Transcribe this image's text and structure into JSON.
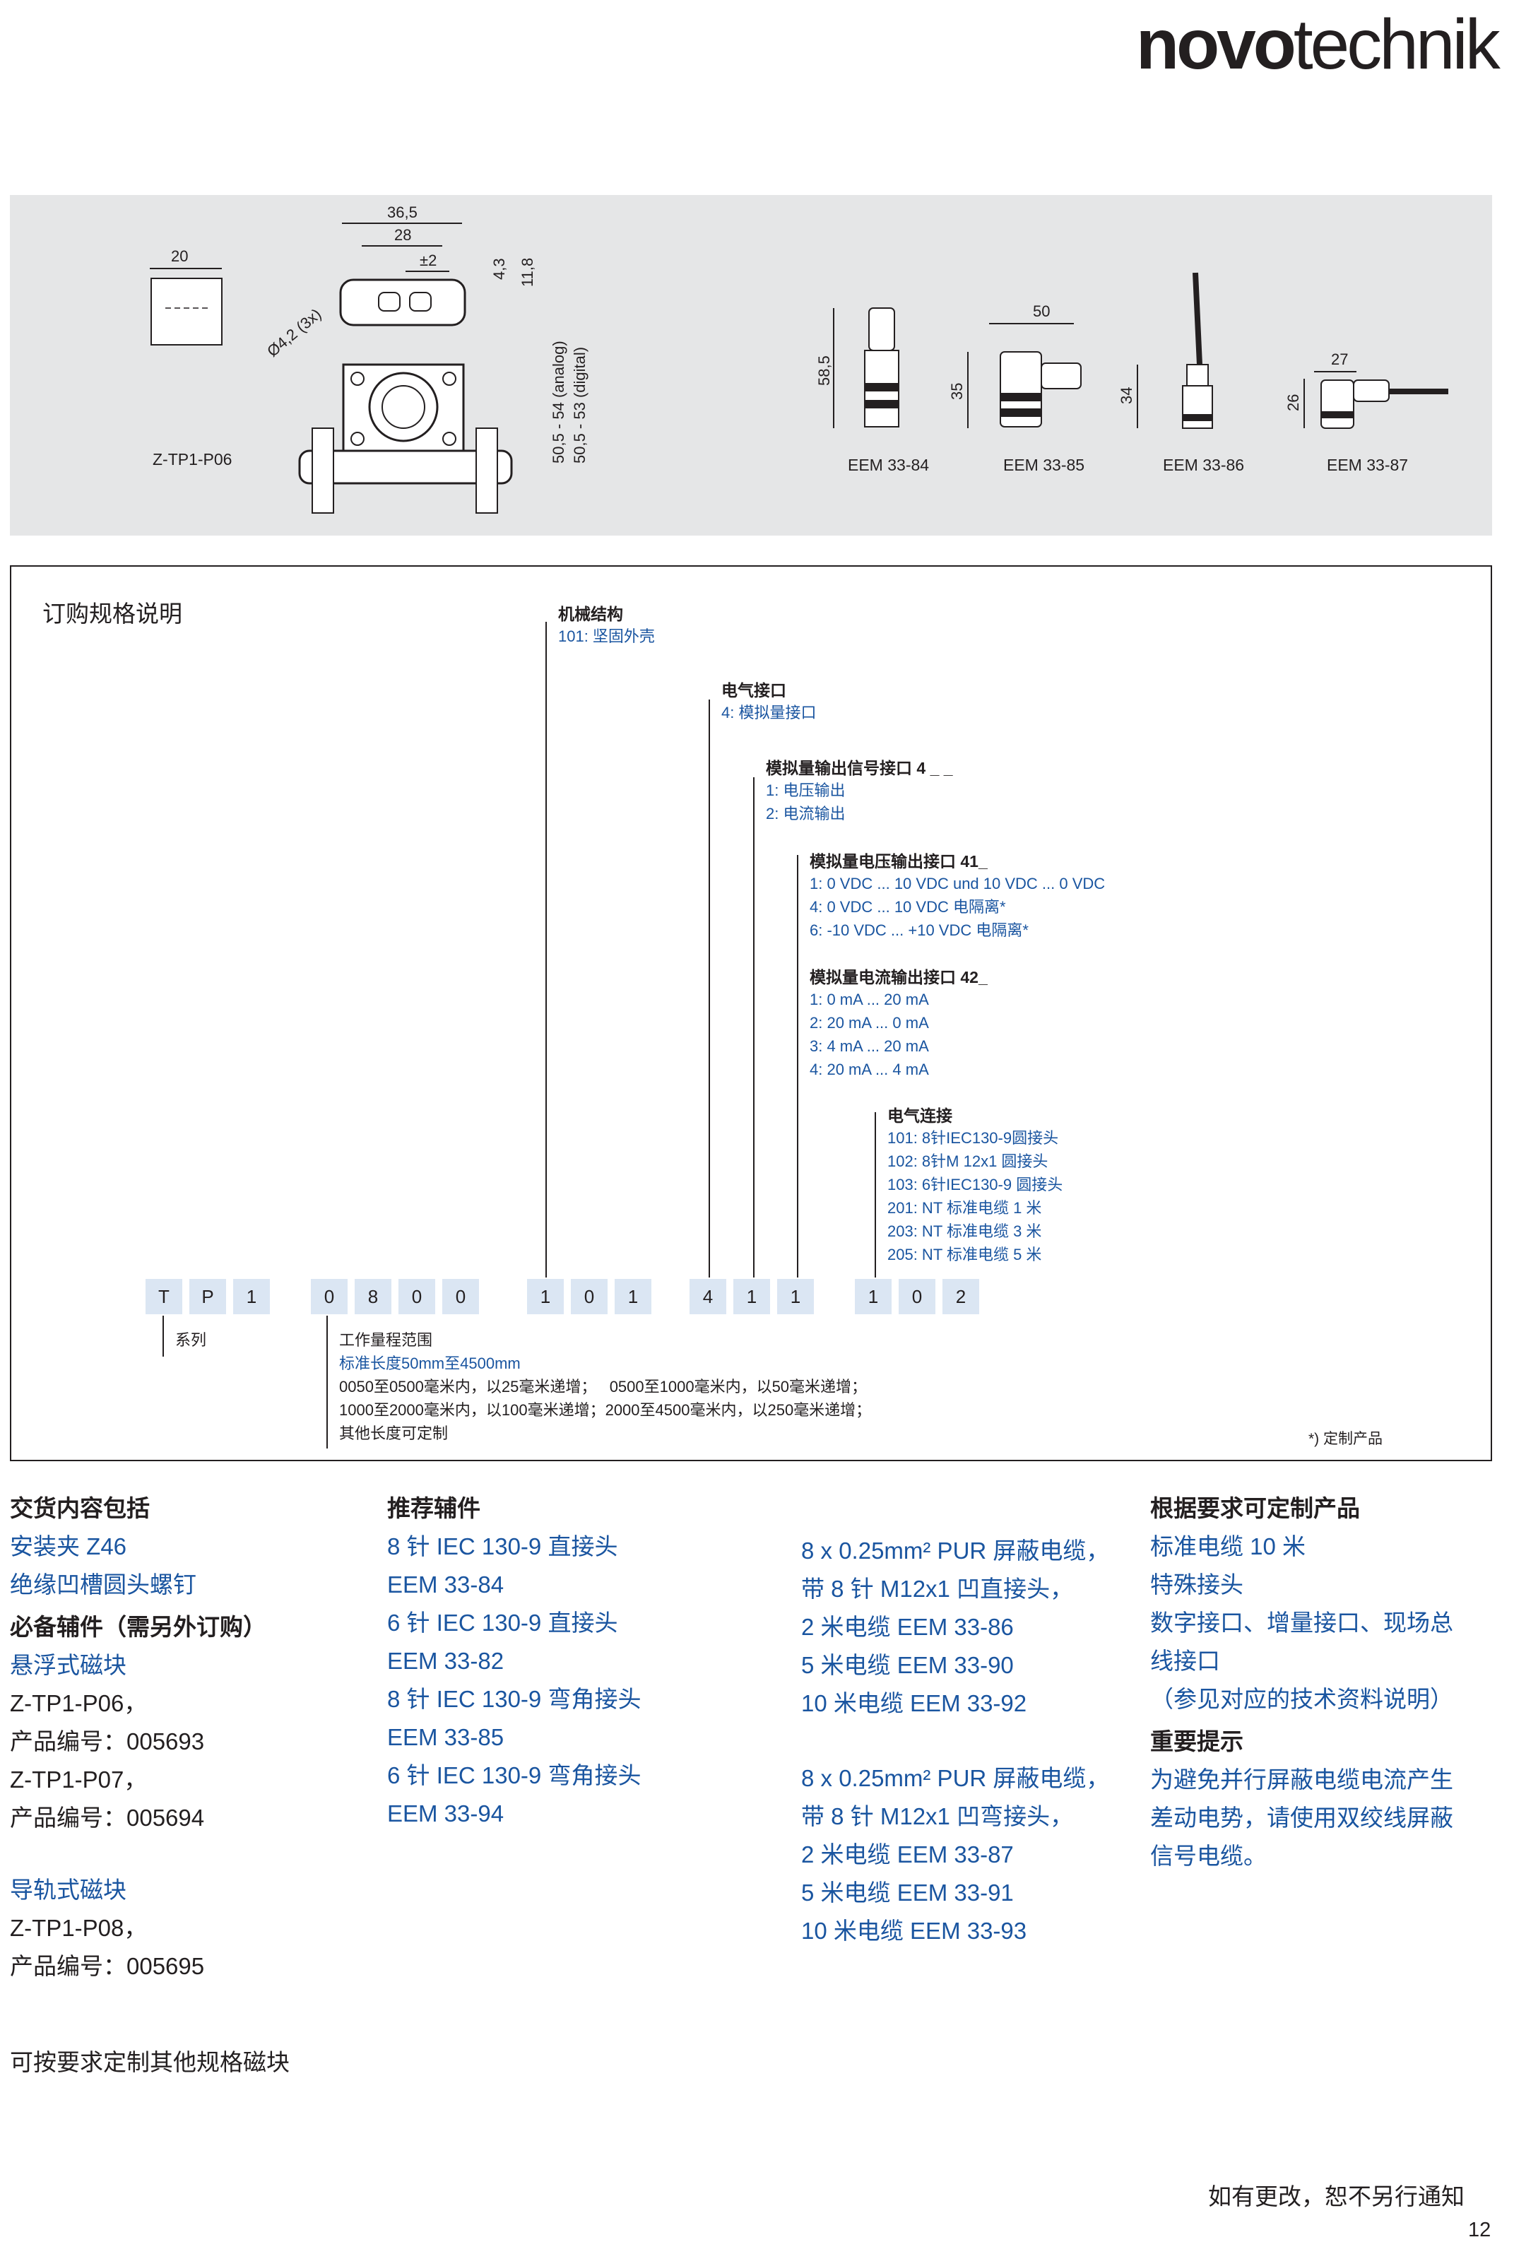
{
  "logo": {
    "bold": "novo",
    "light": "technik"
  },
  "drawings": {
    "left": {
      "dims": [
        "36,5",
        "28",
        "±2",
        "20",
        "4,3",
        "11,8",
        "Ø4,2 (3x)",
        "50,5 - 54 (analog)",
        "50,5 - 53 (digital)"
      ],
      "label": "Z-TP1-P06"
    },
    "right": {
      "dims": [
        "58,5",
        "50",
        "35",
        "34",
        "27",
        "26"
      ],
      "labels": [
        "EEM 33-84",
        "EEM 33-85",
        "EEM 33-86",
        "EEM 33-87"
      ]
    }
  },
  "order": {
    "title": "订购规格说明",
    "groups": [
      {
        "head": "机械结构",
        "items": [
          "101: 坚固外壳"
        ]
      },
      {
        "head": "电气接口",
        "items": [
          "4: 模拟量接口"
        ]
      },
      {
        "head": "模拟量输出信号接口 4 _ _",
        "items": [
          "1: 电压输出",
          "2: 电流输出"
        ]
      },
      {
        "head": "模拟量电压输出接口 41_",
        "items": [
          "1: 0 VDC ... 10 VDC und 10 VDC ... 0 VDC",
          "4: 0 VDC ... 10 VDC 电隔离*",
          "6: -10 VDC ... +10 VDC 电隔离*"
        ]
      },
      {
        "head": "模拟量电流输出接口 42_",
        "items": [
          "1: 0 mA ... 20 mA",
          "2: 20 mA ... 0 mA",
          "3: 4 mA ... 20 mA",
          "4: 20 mA ... 4 mA"
        ]
      },
      {
        "head": "电气连接",
        "items": [
          "101: 8针IEC130-9圆接头",
          "102: 8针M 12x1 圆接头",
          "103: 6针IEC130-9 圆接头",
          "201: NT 标准电缆 1 米",
          "203: NT 标准电缆 3 米",
          "205: NT 标准电缆 5 米"
        ]
      }
    ],
    "code": [
      "T",
      "P",
      "1",
      "0",
      "8",
      "0",
      "0",
      "1",
      "0",
      "1",
      "4",
      "1",
      "1",
      "1",
      "0",
      "2"
    ],
    "series": "系列",
    "range": {
      "head": "工作量程范围",
      "items": [
        "标准长度50mm至4500mm",
        "0050至0500毫米内，以25毫米递增；   0500至1000毫米内，以50毫米递增；",
        "1000至2000毫米内，以100毫米递增；2000至4500毫米内，以250毫米递增；",
        "其他长度可定制"
      ]
    },
    "footnote": "*) 定制产品"
  },
  "delivery": {
    "head": "交货内容包括",
    "items": [
      "安装夹 Z46",
      "绝缘凹槽圆头螺钉"
    ],
    "required_head": "必备辅件（需另外订购）",
    "required_items": [
      "悬浮式磁块",
      "Z-TP1-P06，",
      "产品编号：005693",
      "Z-TP1-P07，",
      "产品编号：005694"
    ],
    "rail_items": [
      "导轨式磁块",
      "Z-TP1-P08，",
      "产品编号：005695"
    ],
    "note": "可按要求定制其他规格磁块"
  },
  "recommended": {
    "head": "推荐辅件",
    "items": [
      "8 针 IEC 130-9 直接头",
      "EEM 33-84",
      "6 针 IEC 130-9 直接头",
      "EEM 33-82",
      "8 针 IEC 130-9 弯角接头",
      "EEM 33-85",
      "6 针 IEC 130-9 弯角接头",
      "EEM 33-94"
    ]
  },
  "cables": {
    "group1": [
      "8 x 0.25mm² PUR 屏蔽电缆，",
      "带 8 针 M12x1 凹直接头，",
      "2 米电缆 EEM 33-86",
      "5 米电缆 EEM 33-90",
      "10 米电缆 EEM 33-92"
    ],
    "group2": [
      "8 x 0.25mm² PUR 屏蔽电缆，",
      "带 8 针 M12x1 凹弯接头，",
      "2 米电缆 EEM 33-87",
      "5 米电缆 EEM 33-91",
      "10 米电缆 EEM 33-93"
    ]
  },
  "custom": {
    "head": "根据要求可定制产品",
    "items": [
      "标准电缆 10 米",
      "特殊接头",
      "数字接口、增量接口、现场总",
      "线接口",
      "（参见对应的技术资料说明）"
    ],
    "notice_head": "重要提示",
    "notice_items": [
      "为避免并行屏蔽电缆电流产生",
      "差动电势，请使用双绞线屏蔽",
      "信号电缆。"
    ]
  },
  "footer": {
    "notice": "如有更改，恕不另行通知",
    "page": "12"
  },
  "colors": {
    "accent": "#1a55a0",
    "panel": "#e5e6e7",
    "code_cell": "#dbe6f3"
  }
}
